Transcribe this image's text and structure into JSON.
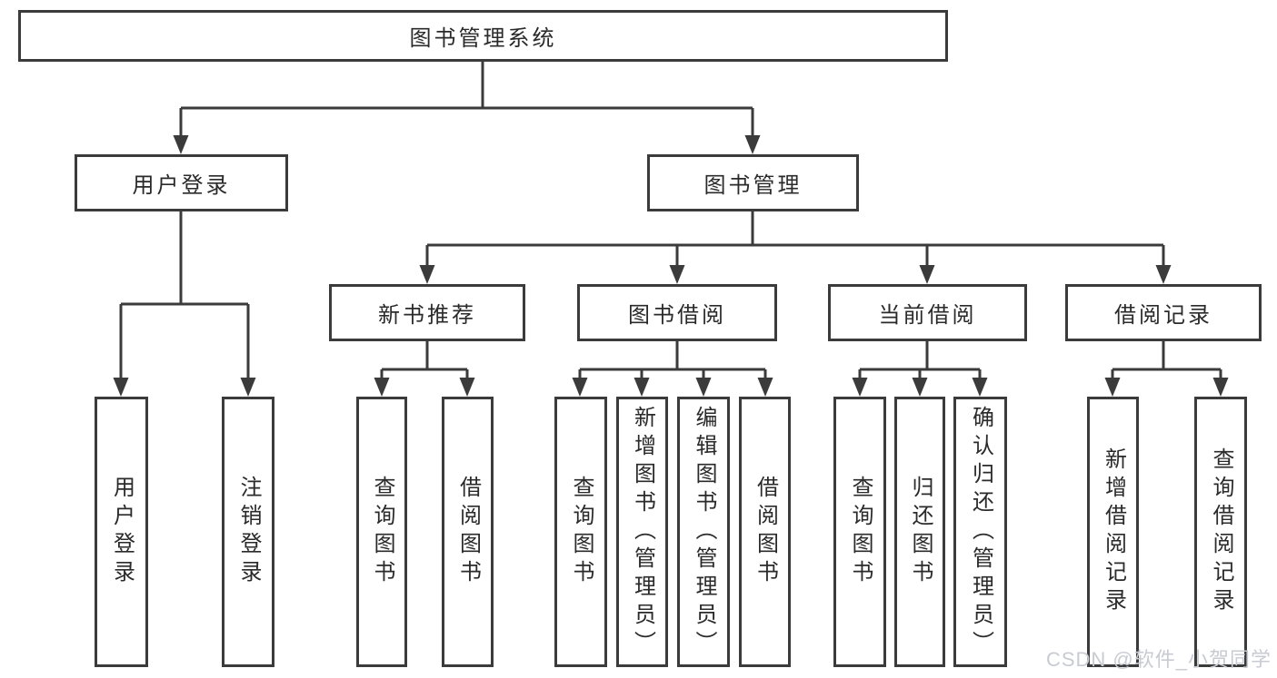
{
  "labels": {
    "root": "图书管理系统",
    "user_login": "用户登录",
    "book_management": "图书管理",
    "new_book_recommend": "新书推荐",
    "book_borrow": "图书借阅",
    "current_borrow": "当前借阅",
    "borrow_records": "借阅记录",
    "leaf_user_login": "用户登录",
    "leaf_logout": "注销登录",
    "leaf_nb_query_books": "查询图书",
    "leaf_nb_borrow_books": "借阅图书",
    "leaf_bb_query_books": "查询图书",
    "leaf_bb_add_book_admin": "新增图书（管理员）",
    "leaf_bb_edit_book_admin": "编辑图书（管理员）",
    "leaf_bb_borrow_books": "借阅图书",
    "leaf_cb_query_books": "查询图书",
    "leaf_cb_return_books": "归还图书",
    "leaf_cb_confirm_return_admin": "确认归还（管理员）",
    "leaf_br_add_record": "新增借阅记录",
    "leaf_br_query_record": "查询借阅记录"
  },
  "hierarchy": {
    "图书管理系统": [
      "用户登录",
      "图书管理"
    ],
    "用户登录": [
      "用户登录",
      "注销登录"
    ],
    "图书管理": [
      "新书推荐",
      "图书借阅",
      "当前借阅",
      "借阅记录"
    ],
    "新书推荐": [
      "查询图书",
      "借阅图书"
    ],
    "图书借阅": [
      "查询图书",
      "新增图书（管理员）",
      "编辑图书（管理员）",
      "借阅图书"
    ],
    "当前借阅": [
      "查询图书",
      "归还图书",
      "确认归还（管理员）"
    ],
    "借阅记录": [
      "新增借阅记录",
      "查询借阅记录"
    ]
  },
  "watermark": "CSDN @软件_小贺同学",
  "colors": {
    "line": "#3b3b3b",
    "text": "#2a2a2a",
    "watermark": "#c9cbd3",
    "background": "#ffffff"
  }
}
